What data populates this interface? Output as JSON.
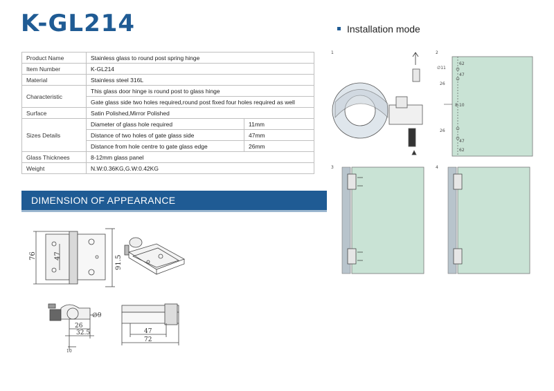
{
  "header": {
    "product_code": "K-GL214"
  },
  "installation": {
    "title": "Installation mode",
    "steps": [
      "1",
      "2",
      "3",
      "4"
    ],
    "step2_dims": {
      "hole_dia": "∅11",
      "top_edge": "62",
      "spacing_top": "47",
      "side_top": "26",
      "thickness": "8-10",
      "side_bottom": "26",
      "spacing_bottom": "47",
      "bottom_edge": "62"
    }
  },
  "spec_table": {
    "rows": [
      {
        "label": "Product Name",
        "values": [
          "Stainless glass to round post spring hinge"
        ]
      },
      {
        "label": "Item Number",
        "values": [
          "K-GL214"
        ]
      },
      {
        "label": "Material",
        "values": [
          "Stainless steel 316L"
        ]
      },
      {
        "label": "Characteristic",
        "values": [
          "This  glass door hinge is round post to glass hinge",
          "Gate glass side two holes required,round post fixed four holes required as well"
        ]
      },
      {
        "label": "Surface",
        "values": [
          "Satin Polished,Mirror Polished"
        ]
      },
      {
        "label": "Sizes Details",
        "sub": [
          {
            "desc": "Diameter of glass hole required",
            "value": "11mm"
          },
          {
            "desc": "Distance of two holes of gate glass side",
            "value": "47mm"
          },
          {
            "desc": "Distance from hole centre to gate glass edge",
            "value": "26mm"
          }
        ]
      },
      {
        "label": "Glass Thicknees",
        "values": [
          "8-12mm glass panel"
        ]
      },
      {
        "label": "Weight",
        "values": [
          "N.W:0.36KG,G.W:0.42KG"
        ]
      }
    ]
  },
  "dimension": {
    "banner": "DIMENSION OF APPEARANCE",
    "front": {
      "h_outer": "76",
      "h_inner": "47",
      "h_right": "91.5"
    },
    "bottom": {
      "w1": "26",
      "w2": "32.5",
      "w3": "10",
      "dia": "∅9"
    },
    "side": {
      "w_inner": "47",
      "w_outer": "72"
    }
  }
}
